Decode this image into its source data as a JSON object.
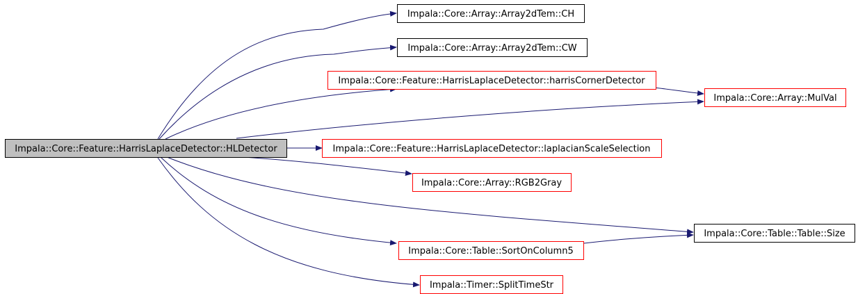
{
  "graph": {
    "root": {
      "label": "Impala::Core::Feature::HarrisLaplaceDetector::HLDetector"
    },
    "nodes": {
      "array2dtem_ch": {
        "label": "Impala::Core::Array::Array2dTem::CH"
      },
      "array2dtem_cw": {
        "label": "Impala::Core::Array::Array2dTem::CW"
      },
      "harris_corner": {
        "label": "Impala::Core::Feature::HarrisLaplaceDetector::harrisCornerDetector"
      },
      "mulval": {
        "label": "Impala::Core::Array::MulVal"
      },
      "laplacian": {
        "label": "Impala::Core::Feature::HarrisLaplaceDetector::laplacianScaleSelection"
      },
      "rgb2gray": {
        "label": "Impala::Core::Array::RGB2Gray"
      },
      "table_size": {
        "label": "Impala::Core::Table::Table::Size"
      },
      "sort_on_column5": {
        "label": "Impala::Core::Table::SortOnColumn5"
      },
      "split_time_str": {
        "label": "Impala::Timer::SplitTimeStr"
      }
    },
    "colors": {
      "root_fill": "#bfbfbf",
      "root_border": "#000000",
      "node_border_documented": "#000000",
      "node_border_undocumented": "#ff0000",
      "edge": "#191970"
    }
  }
}
